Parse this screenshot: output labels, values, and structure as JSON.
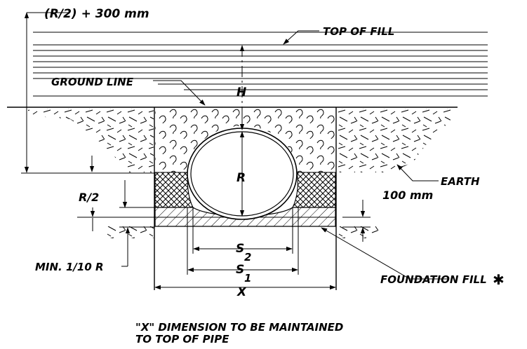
{
  "labels": {
    "r_half_plus": "(R/2) + 300 mm",
    "top_of_fill": "TOP OF FILL",
    "ground_line": "GROUND LINE",
    "h": "H",
    "r": "R",
    "earth": "EARTH",
    "r_half": "R/2",
    "hundred_mm": "100 mm",
    "s2": "S",
    "s2_sub": "2",
    "s1": "S",
    "s1_sub": "1",
    "x": "X",
    "min_tenth_r": "MIN. 1/10 R",
    "foundation_fill": "FOUNDATION FILL",
    "asterisk": "✱"
  },
  "note": {
    "line1": "\"X\" DIMENSION TO BE MAINTAINED",
    "line2": "TO TOP OF PIPE"
  },
  "colors": {
    "ink": "#000000",
    "paper": "#ffffff"
  }
}
